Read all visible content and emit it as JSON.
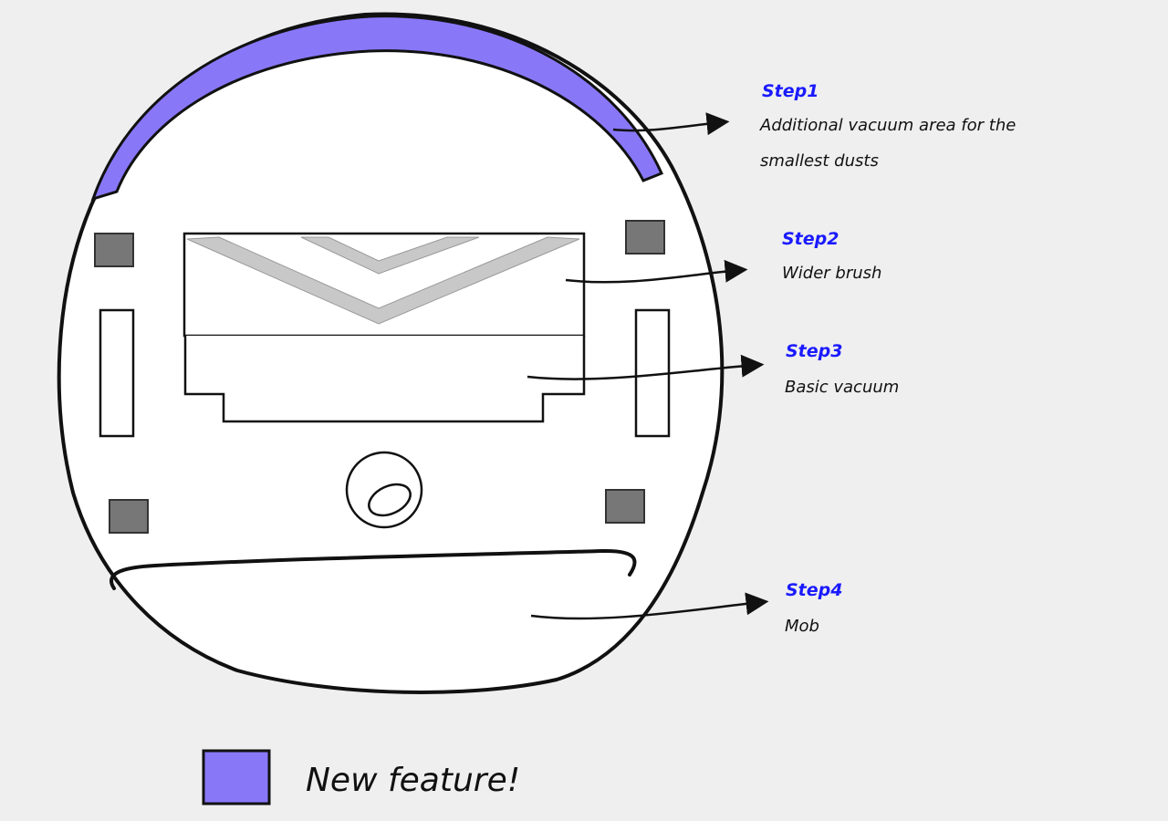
{
  "colors": {
    "new_feature": "#8878f8",
    "step_label": "#1a1aff",
    "background": "#efefef"
  },
  "annotations": [
    {
      "step": "Step1",
      "lines": [
        "Additional vacuum area for the",
        "smallest dusts"
      ]
    },
    {
      "step": "Step2",
      "lines": [
        "Wider brush"
      ]
    },
    {
      "step": "Step3",
      "lines": [
        "Basic vacuum"
      ]
    },
    {
      "step": "Step4",
      "lines": [
        "Mob"
      ]
    }
  ],
  "legend": {
    "label": "New feature!"
  }
}
